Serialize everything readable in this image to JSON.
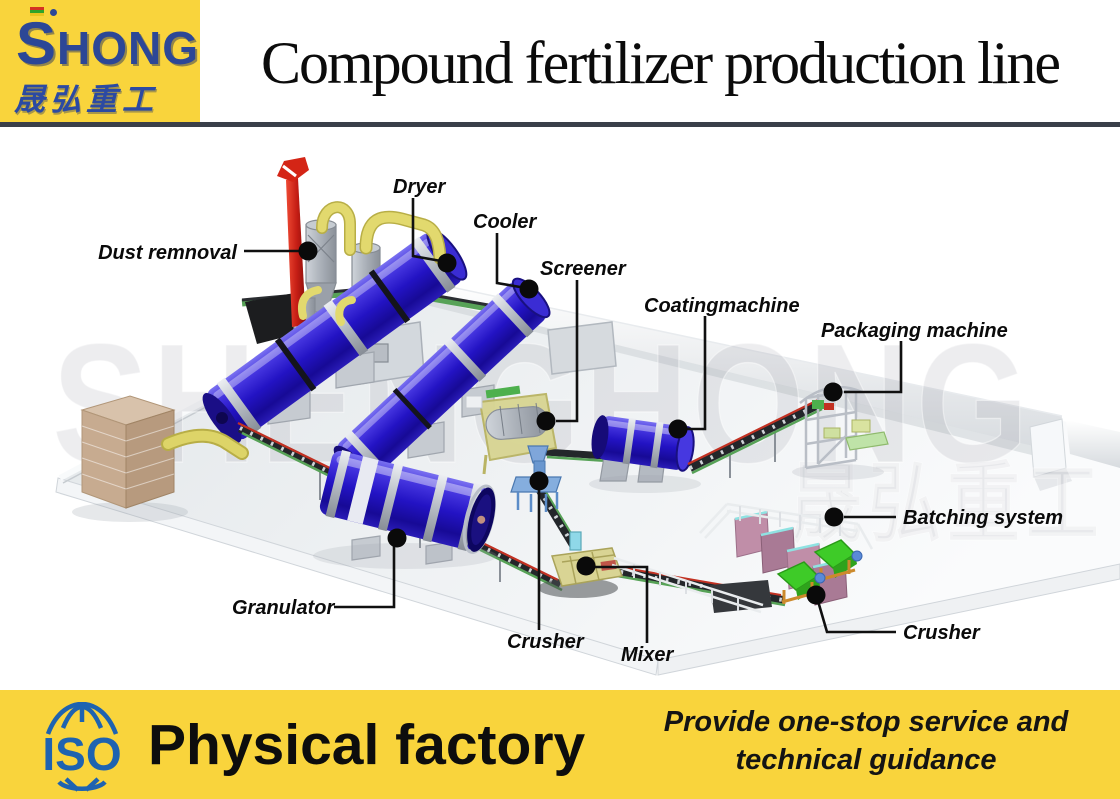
{
  "header": {
    "logo": {
      "brand_initial": "S",
      "brand_rest": "HONG",
      "chinese": "晟弘重工"
    },
    "title": "Compound fertilizer production line"
  },
  "watermarks": {
    "latin": "SHENGHONG",
    "chinese": "晟弘重工"
  },
  "diagram": {
    "labels": [
      {
        "id": "dust-removal",
        "text": "Dust remnoval"
      },
      {
        "id": "dryer",
        "text": "Dryer"
      },
      {
        "id": "cooler",
        "text": "Cooler"
      },
      {
        "id": "screener",
        "text": "Screener"
      },
      {
        "id": "coating-machine",
        "text": "Coatingmachine"
      },
      {
        "id": "packaging",
        "text": "Packaging machine"
      },
      {
        "id": "granulator",
        "text": "Granulator"
      },
      {
        "id": "crusher-middle",
        "text": "Crusher"
      },
      {
        "id": "mixer",
        "text": "Mixer"
      },
      {
        "id": "batching",
        "text": "Batching system"
      },
      {
        "id": "crusher-right",
        "text": "Crusher"
      }
    ]
  },
  "footer": {
    "iso_label": "ISO",
    "headline": "Physical factory",
    "tagline_line1": "Provide one-stop service and",
    "tagline_line2": "technical guidance"
  },
  "colors": {
    "accent_yellow": "#F9D43C",
    "logo_blue": "#2C4796",
    "divider_navy": "#3A3F49",
    "machine_blue": "#2313C4",
    "iso_blue": "#1E63B0",
    "label_black": "#0A0A0A"
  }
}
